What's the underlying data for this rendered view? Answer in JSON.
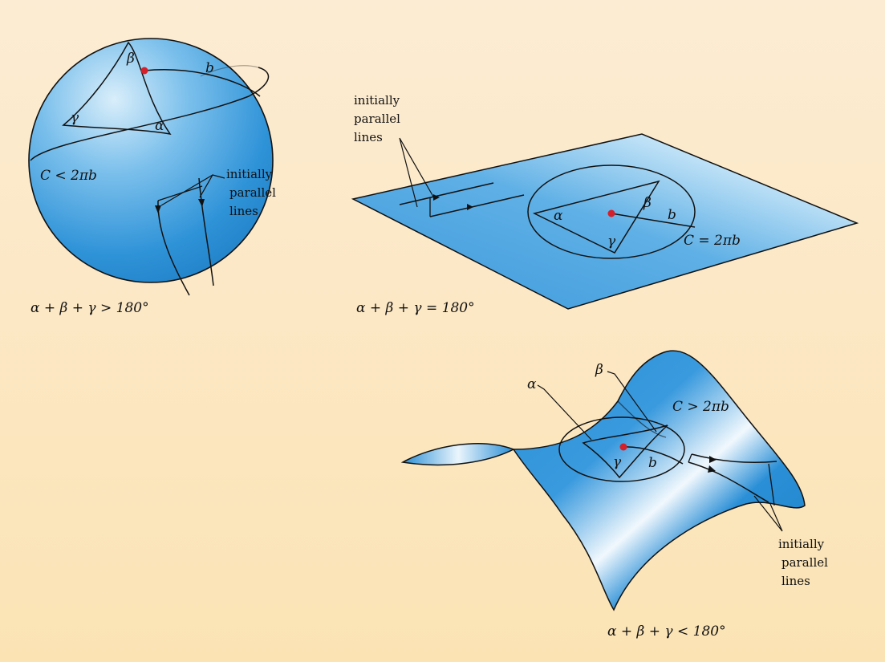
{
  "sphere": {
    "alpha": "α",
    "beta": "β",
    "gamma": "γ",
    "b": "b",
    "circumference": "C < 2πb",
    "parallel_label": [
      "initially",
      "parallel",
      "lines"
    ],
    "angle_sum": "α + β + γ > 180°"
  },
  "plane": {
    "alpha": "α",
    "beta": "β",
    "gamma": "γ",
    "b": "b",
    "circumference": "C = 2πb",
    "parallel_label": [
      "initially",
      "parallel",
      "lines"
    ],
    "angle_sum": "α + β + γ = 180°"
  },
  "saddle": {
    "alpha": "α",
    "beta": "β",
    "gamma": "γ",
    "b": "b",
    "circumference": "C > 2πb",
    "parallel_label": [
      "initially",
      "parallel",
      "lines"
    ],
    "angle_sum": "α + β + γ < 180°"
  },
  "colors": {
    "background_top": "#fcecd2",
    "background_bottom": "#fbe2b2",
    "surface_blue": "#2a8fd6",
    "surface_highlight": "#e8f4fc",
    "center_dot": "#d4202a",
    "ink": "#111111"
  }
}
